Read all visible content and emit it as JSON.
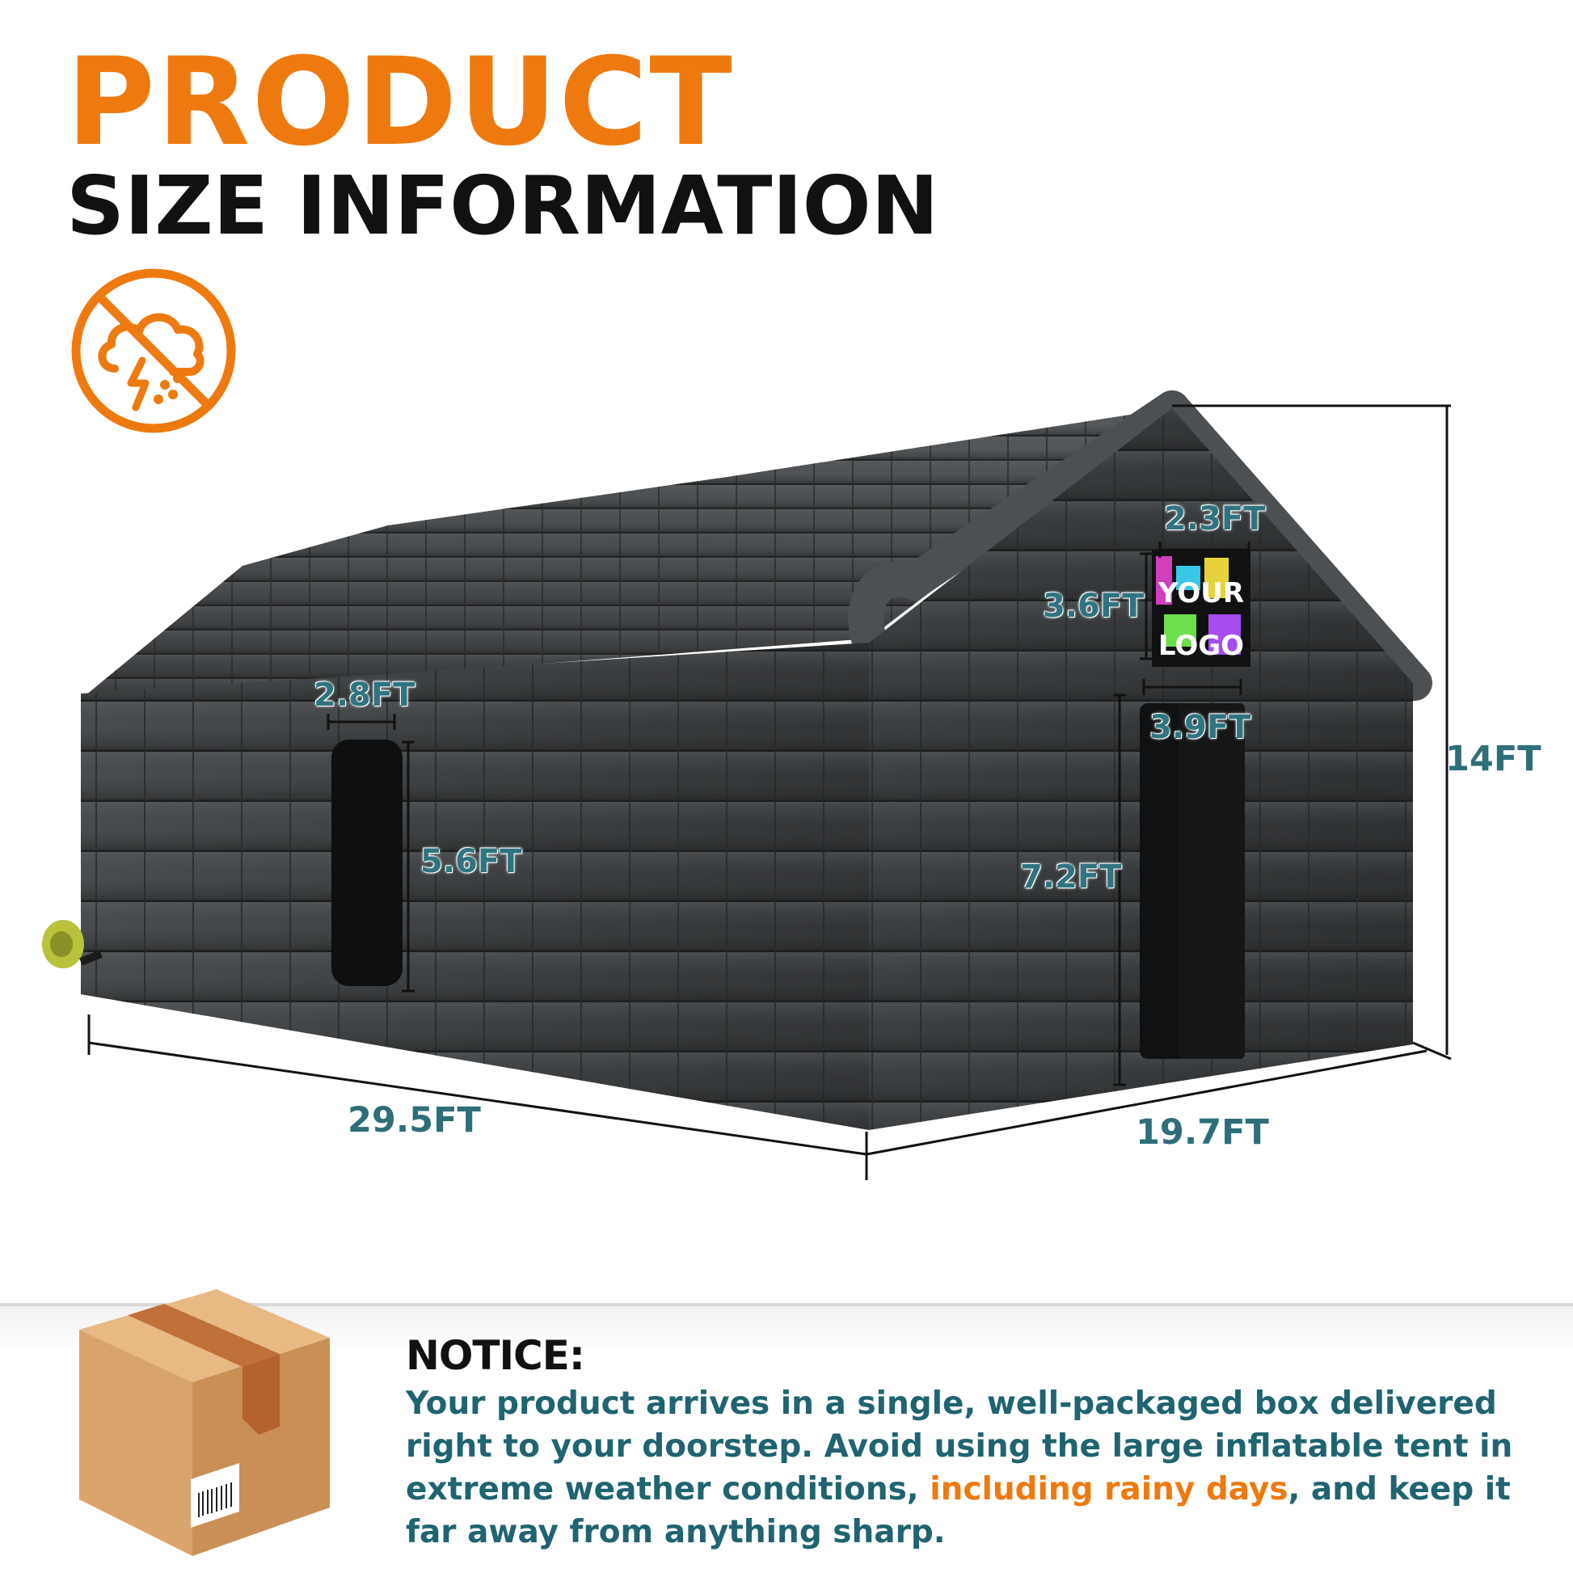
{
  "header": {
    "title": "PRODUCT",
    "subtitle": "SIZE INFORMATION"
  },
  "icons": {
    "weather": "no-rain-storm-icon",
    "box": "cardboard-box-icon",
    "blower": "air-blower-icon"
  },
  "dimensions": {
    "length": "29.5FT",
    "width": "19.7FT",
    "height": "14FT",
    "window_width": "2.8FT",
    "window_height": "5.6FT",
    "door_width": "3.9FT",
    "door_height": "7.2FT",
    "logo_width": "2.3FT",
    "logo_height": "3.6FT"
  },
  "logo_placeholder": {
    "line1": "YOUR",
    "line2": "LOGO"
  },
  "notice": {
    "title": "NOTICE:",
    "text_before": "Your product arrives in a single, well-packaged box delivered right to your doorstep. Avoid using the large inflatable tent in extreme weather conditions, ",
    "highlight": "including rainy days",
    "text_after": ", and keep it far away from anything sharp."
  },
  "colors": {
    "accent": "#ee7a0f",
    "dimension_text": "#2e6e78",
    "tent": "#3a3d3f"
  }
}
